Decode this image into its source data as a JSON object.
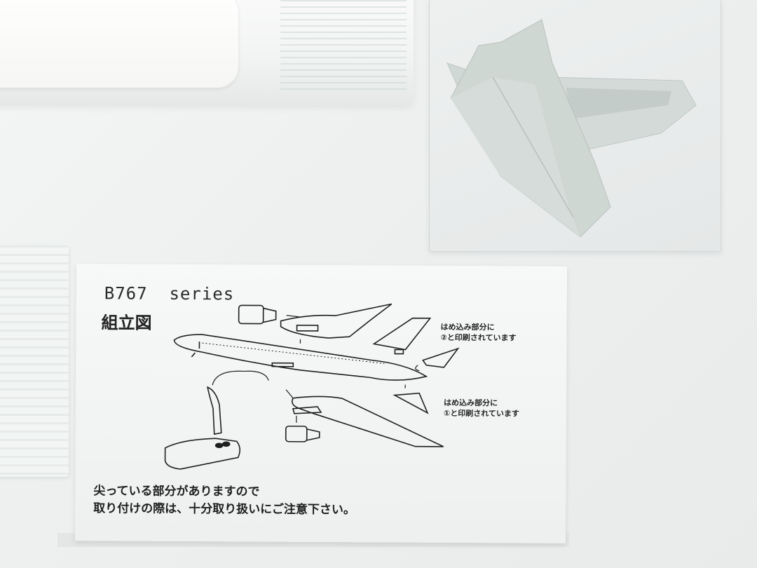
{
  "scene": {
    "description": "Photo of B767 model kit parts in plastic bags and assembly instruction card",
    "colors": {
      "background": "#eef0f0",
      "card": "#f3f4f4",
      "parts": "#c9d2ce",
      "ink": "#1f1f1f"
    }
  },
  "card": {
    "title": "B767  series",
    "subtitle": "組立図",
    "notes": [
      {
        "line1": "はめ込み部分に",
        "line2": "②と印刷されています"
      },
      {
        "line1": "はめ込み部分に",
        "line2": "①と印刷されています"
      }
    ],
    "warning": {
      "line1": "尖っている部分がありますので",
      "line2": "取り付けの際は、十分取り扱いにご注意下さい。"
    }
  }
}
